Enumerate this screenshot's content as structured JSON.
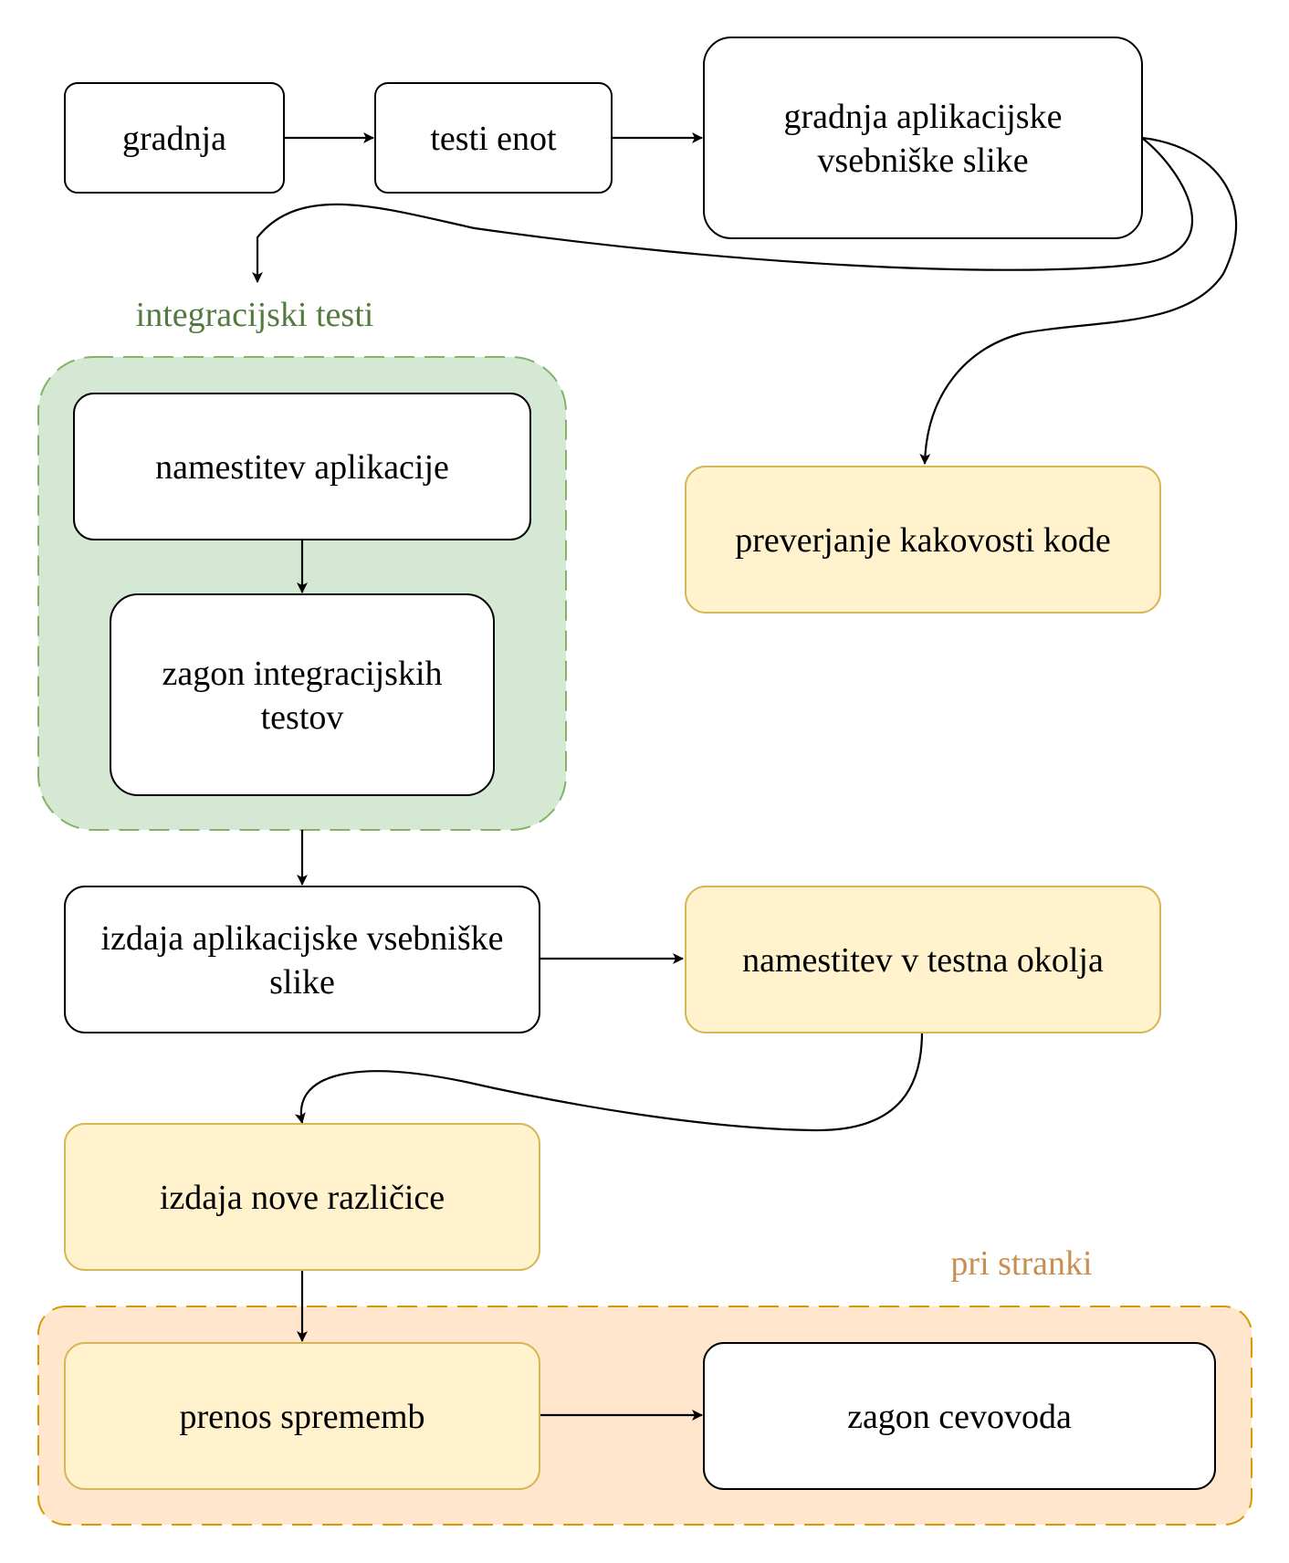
{
  "colors": {
    "node_fill": "#ffffff",
    "node_stroke": "#000000",
    "highlight_fill": "#fff2cc",
    "highlight_stroke": "#d6b656",
    "green_group_fill": "#d5e8d4",
    "green_group_stroke": "#82b366",
    "green_group_text": "#557a3f",
    "orange_group_fill": "#ffe6cc",
    "orange_group_stroke": "#d79b00",
    "orange_group_text": "#c88f52"
  },
  "groups": {
    "integration": {
      "label": "integracijski testi"
    },
    "client": {
      "label": "pri stranki"
    }
  },
  "nodes": {
    "build": {
      "lines": [
        "gradnja"
      ]
    },
    "unit_tests": {
      "lines": [
        "testi enot"
      ]
    },
    "container_build": {
      "lines": [
        "gradnja aplikacijske",
        "vsebniške slike"
      ]
    },
    "deploy_app": {
      "lines": [
        "namestitev aplikacije"
      ]
    },
    "run_integration": {
      "lines": [
        "zagon integracijskih",
        "testov"
      ]
    },
    "code_quality": {
      "lines": [
        "preverjanje kakovosti kode"
      ]
    },
    "publish_image": {
      "lines": [
        "izdaja aplikacijske vsebniške",
        "slike"
      ]
    },
    "deploy_test_env": {
      "lines": [
        "namestitev v testna okolja"
      ]
    },
    "release_version": {
      "lines": [
        "izdaja nove različice"
      ]
    },
    "transfer_changes": {
      "lines": [
        "prenos sprememb"
      ]
    },
    "run_pipeline": {
      "lines": [
        "zagon cevovoda"
      ]
    }
  },
  "edges": [
    {
      "from": "build",
      "to": "unit_tests"
    },
    {
      "from": "unit_tests",
      "to": "container_build"
    },
    {
      "from": "container_build",
      "to": "integration"
    },
    {
      "from": "container_build",
      "to": "code_quality"
    },
    {
      "from": "deploy_app",
      "to": "run_integration"
    },
    {
      "from": "integration",
      "to": "publish_image"
    },
    {
      "from": "publish_image",
      "to": "deploy_test_env"
    },
    {
      "from": "deploy_test_env",
      "to": "release_version"
    },
    {
      "from": "release_version",
      "to": "transfer_changes"
    },
    {
      "from": "transfer_changes",
      "to": "run_pipeline"
    }
  ]
}
